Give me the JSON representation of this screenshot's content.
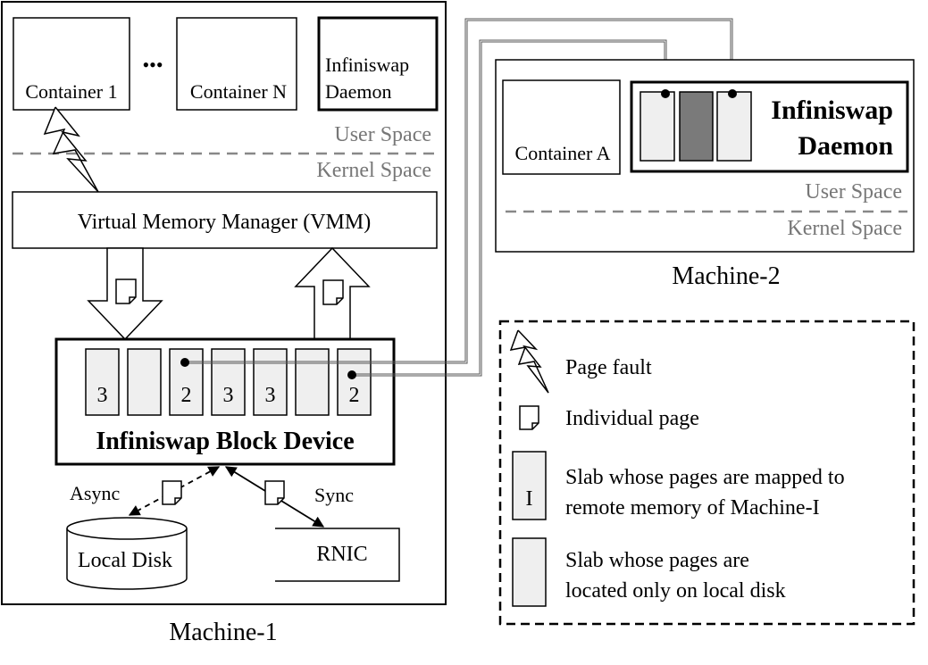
{
  "machine1": {
    "label": "Machine-1",
    "container1": "Container 1",
    "ellipsis": "•••",
    "containerN": "Container N",
    "daemon_line1": "Infiniswap",
    "daemon_line2": "Daemon",
    "user_space": "User Space",
    "kernel_space": "Kernel Space",
    "vmm": "Virtual Memory Manager (VMM)",
    "block_device": "Infiniswap Block Device",
    "slab_labels": [
      "3",
      "",
      "2",
      "3",
      "3",
      "",
      "2"
    ],
    "async": "Async",
    "sync": "Sync",
    "local_disk": "Local Disk",
    "rnic": "RNIC"
  },
  "machine2": {
    "label": "Machine-2",
    "containerA": "Container A",
    "daemon_line1": "Infiniswap",
    "daemon_line2": "Daemon",
    "user_space": "User Space",
    "kernel_space": "Kernel Space"
  },
  "legend": {
    "page_fault": "Page fault",
    "individual_page": "Individual page",
    "remote_slab_symbol": "I",
    "remote_slab_line1": "Slab whose pages are mapped to",
    "remote_slab_line2": "remote memory of Machine-I",
    "local_slab_line1": "Slab whose pages are",
    "local_slab_line2": "located only on local disk"
  },
  "colors": {
    "slab_fill": "#efefef",
    "slab_dark": "#7a7a7a",
    "space_label": "#777777",
    "dashed_divider": "#888888"
  }
}
